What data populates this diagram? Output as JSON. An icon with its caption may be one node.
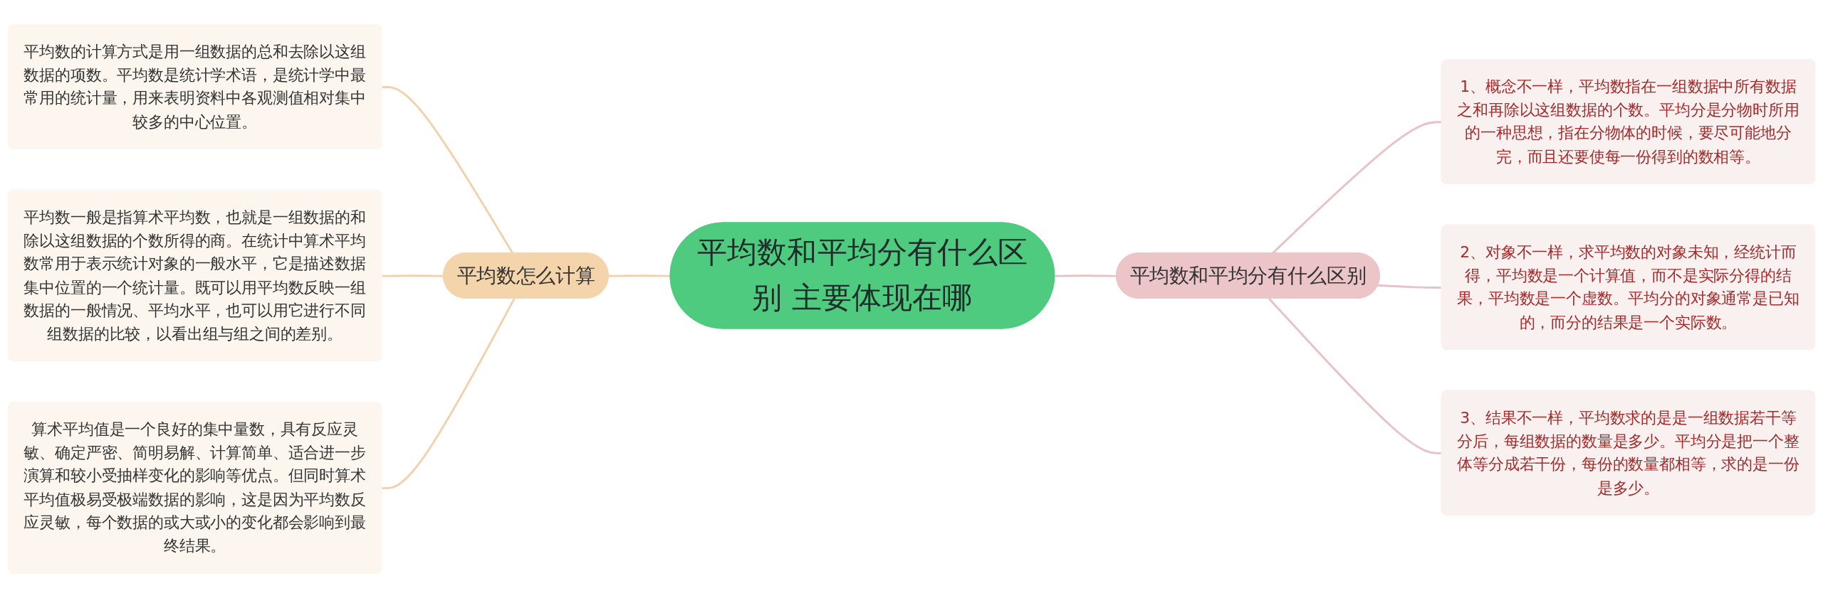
{
  "diagram": {
    "nodes": [
      {
        "text": [
          "平均数和平均分有什么区别 主要体现在哪"
        ]
      },
      {
        "text": [
          "平均数怎么计算"
        ]
      },
      {
        "text": [
          "平均数的计算方式是用一组数据的总和去除以这组数据的项数。平均数是统计学术语，是统计学中最常用的统计量，用来表明资料中各观测值相对集中较多的中心位置。"
        ]
      },
      {
        "text": [
          "平均数一般是指算术平均数，也就是一组数据的和除以这组数据的个数所得的商。在统计中算术平均数常用于表示统计对象的一般水平，它是描述数据集中位置的一个统计量。既可以用平均数反映一组数据的一般情况、平均水平，也可以用它进行不同组数据的比较，以看出组与组之间的差别。"
        ]
      },
      {
        "text": [
          "算术平均值是一个良好的集中量数，具有反应灵敏、确定严密、简明易解、计算简单、适合进一步演算和较小受抽样变化的影响等优点。但同时算术平均值极易受极端数据的影响，这是因为平均数反应灵敏，每个数据的或大或小的变化都会影响到最终结果。"
        ]
      },
      {
        "text": [
          "平均数和平均分有什么区别"
        ]
      },
      {
        "text": [
          "1、概念不一样，平均数指在一组数据中所有数据之和再除以这组数据的个数。平均分是分物时所用的一种思想，指在分物体的时候，要尽可能地分完，而且还要使每一份得到的数相等。"
        ]
      },
      {
        "text": [
          "2、对象不一样，求平均数的对象未知，经统计而得，平均数是一个计算值，而不是实际分得的结果，平均数是一个虚数。平均分的对象通常是已知的，而分的结果是一个实际数。"
        ]
      },
      {
        "text": [
          "3、结果不一样，平均数求的是是一组数据若干等分后，每组数据的数量是多少。平均分是把一个整体等分成若干份，每份的数量都相等，求的是一份是多少。"
        ]
      }
    ],
    "edges": [
      {
        "from": 0,
        "to": 1,
        "arrow": "none"
      },
      {
        "from": 1,
        "to": 2,
        "arrow": "none"
      },
      {
        "from": 1,
        "to": 3,
        "arrow": "none"
      },
      {
        "from": 1,
        "to": 4,
        "arrow": "none"
      },
      {
        "from": 0,
        "to": 5,
        "arrow": "none"
      },
      {
        "from": 5,
        "to": 6,
        "arrow": "none"
      },
      {
        "from": 5,
        "to": 7,
        "arrow": "none"
      },
      {
        "from": 5,
        "to": 8,
        "arrow": "none"
      }
    ]
  }
}
